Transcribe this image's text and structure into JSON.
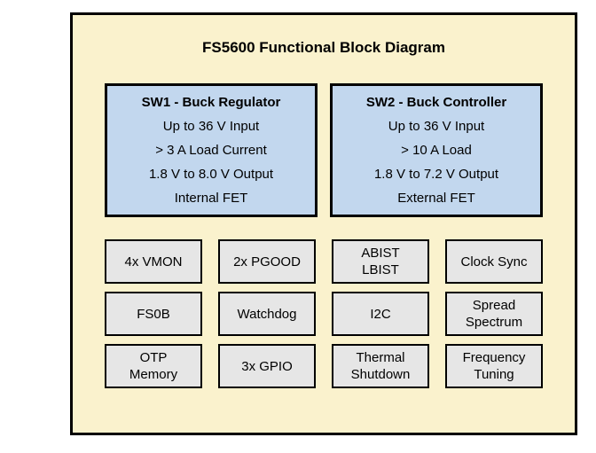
{
  "title": "FS5600 Functional Block Diagram",
  "colors": {
    "page_background": "#ffffff",
    "panel_fill": "#FAF2CD",
    "panel_border": "#000000",
    "sw_block_fill": "#C2D7EE",
    "feature_block_fill": "#E6E6E6",
    "text": "#000000"
  },
  "sw_blocks": [
    {
      "title": "SW1 - Buck Regulator",
      "lines": [
        "Up to 36 V Input",
        "> 3 A Load Current",
        "1.8 V to 8.0 V Output",
        "Internal FET"
      ]
    },
    {
      "title": "SW2 - Buck Controller",
      "lines": [
        "Up to 36 V Input",
        "> 10 A Load",
        "1.8 V to 7.2 V Output",
        "External FET"
      ]
    }
  ],
  "feature_blocks": [
    "4x VMON",
    "2x PGOOD",
    "ABIST\nLBIST",
    "Clock Sync",
    "FS0B",
    "Watchdog",
    "I2C",
    "Spread\nSpectrum",
    "OTP\nMemory",
    "3x GPIO",
    "Thermal\nShutdown",
    "Frequency\nTuning"
  ]
}
